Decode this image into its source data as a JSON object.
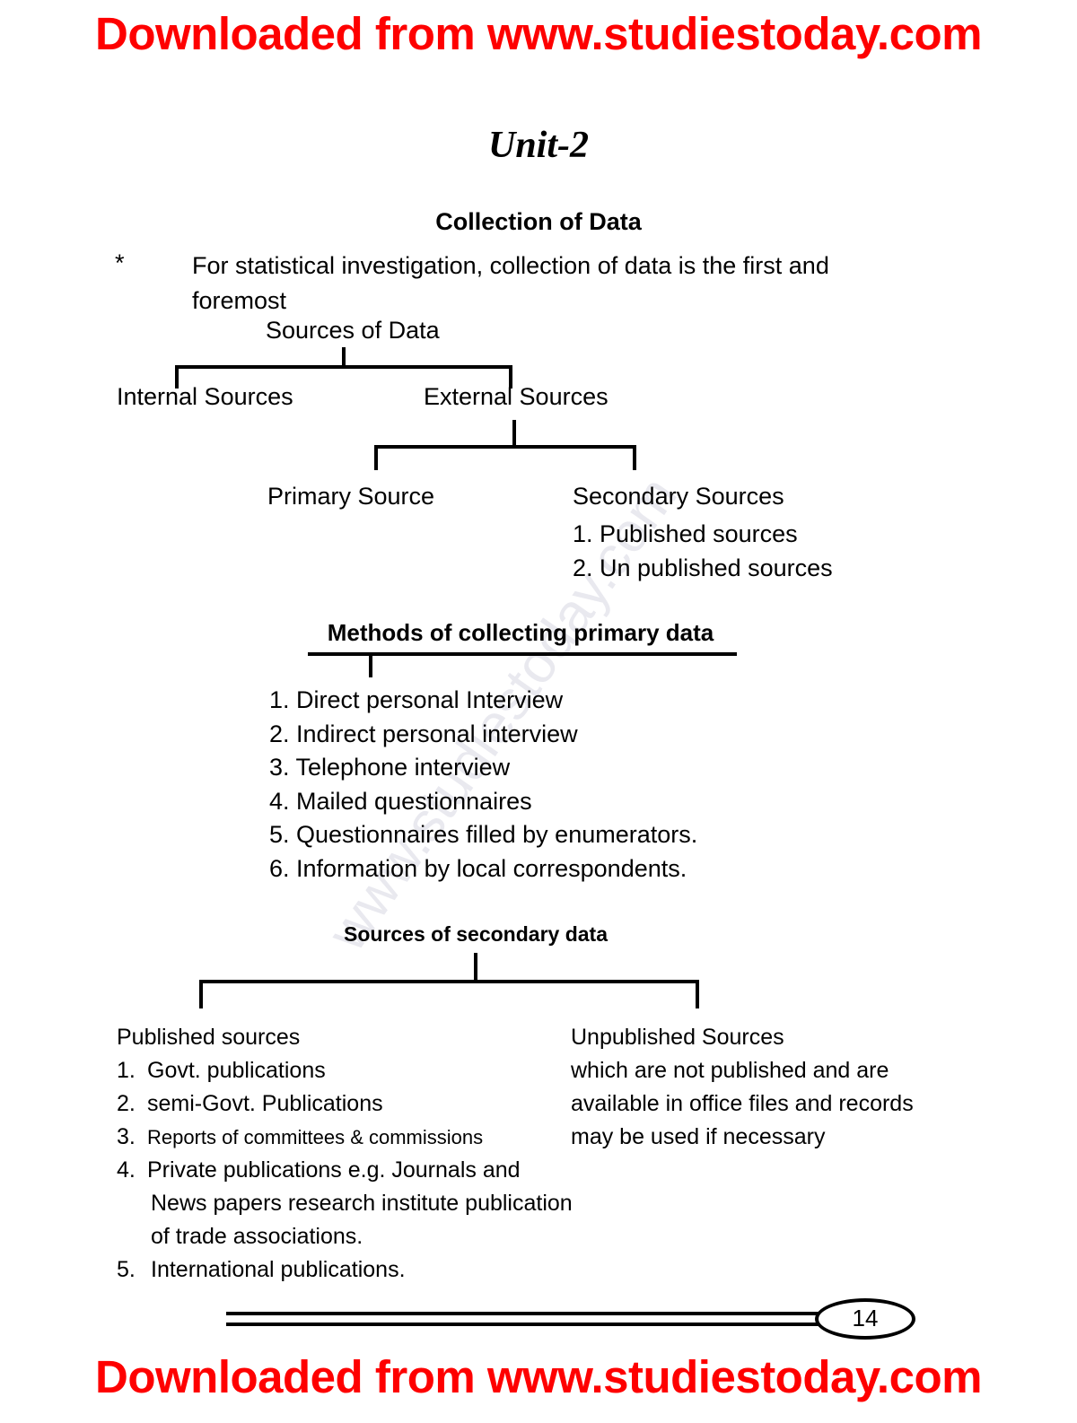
{
  "watermark": {
    "top_banner": "Downloaded from www.studiestoday.com",
    "bottom_banner": "Downloaded from www.studiestoday.com",
    "diagonal": "www.studiestoday.com"
  },
  "unit_title": "Unit-2",
  "headings": {
    "collection_of_data": "Collection of Data",
    "methods_of_collecting_primary_data": "Methods of collecting primary data",
    "sources_of_secondary_data": "Sources of secondary data"
  },
  "intro": {
    "bullet_marker": "*",
    "text": "For statistical investigation, collection of data is the first and foremost"
  },
  "sources_tree": {
    "root": "Sources of Data",
    "internal": "Internal Sources",
    "external": "External Sources",
    "primary": "Primary Source",
    "secondary": "Secondary Sources",
    "secondary_items": [
      "1. Published sources",
      "2. Un published sources"
    ]
  },
  "methods_list": [
    "1. Direct personal Interview",
    "2. Indirect personal interview",
    "3. Telephone interview",
    "4. Mailed questionnaires",
    "5. Questionnaires filled by enumerators.",
    "6. Information by local correspondents."
  ],
  "secondary_sources": {
    "published": {
      "title": "Published sources",
      "items": [
        {
          "num": "1.",
          "text": "Govt. publications"
        },
        {
          "num": "2.",
          "text": "semi-Govt. Publications"
        },
        {
          "num": "3.",
          "text": "Reports of committees & commissions"
        },
        {
          "num": "4.",
          "text": "Private publications e.g. Journals and"
        },
        {
          "num": "",
          "text": "News papers research institute publication"
        },
        {
          "num": "",
          "text": "of trade associations."
        },
        {
          "num": "5.",
          "text": "International publications."
        }
      ]
    },
    "unpublished": {
      "title": "Unpublished Sources",
      "lines": [
        "which are not published and are",
        "available in office files and records",
        "may be used if necessary"
      ]
    }
  },
  "footer": {
    "page_number": "14"
  },
  "colors": {
    "watermark_red": "#fe0000",
    "ink": "#000000",
    "diagonal_watermark": "#e9e9ef"
  }
}
